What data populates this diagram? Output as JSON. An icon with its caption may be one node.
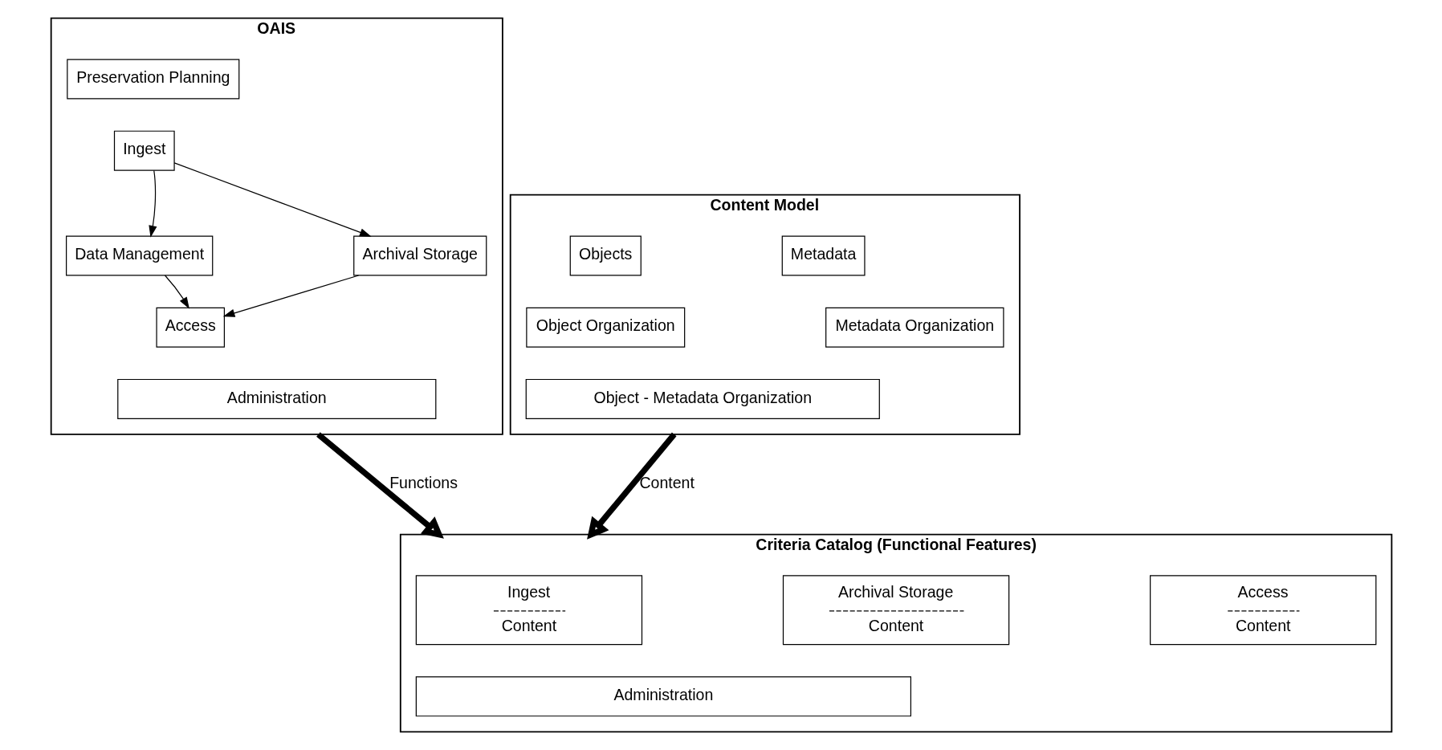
{
  "diagram": {
    "nodes": [
      {
        "text": [
          "OAIS"
        ]
      },
      {
        "text": [
          "Preservation Planning"
        ],
        "in": 0
      },
      {
        "text": [
          "Ingest"
        ],
        "in": 0
      },
      {
        "text": [
          "Data Management"
        ],
        "in": 0
      },
      {
        "text": [
          "Archival Storage"
        ],
        "in": 0
      },
      {
        "text": [
          "Access"
        ],
        "in": 0
      },
      {
        "text": [
          "Administration"
        ],
        "in": 0
      },
      {
        "text": [
          "Content Model"
        ]
      },
      {
        "text": [
          "Objects"
        ],
        "in": 7
      },
      {
        "text": [
          "Metadata"
        ],
        "in": 7
      },
      {
        "text": [
          "Object Organization"
        ],
        "in": 7
      },
      {
        "text": [
          "Metadata Organization"
        ],
        "in": 7
      },
      {
        "text": [
          "Object - Metadata Organization"
        ],
        "in": 7
      },
      {
        "text": [
          "Criteria Catalog (Functional Features)"
        ]
      },
      {
        "text": [
          "Ingest",
          "Content"
        ],
        "in": 13
      },
      {
        "text": [
          "Archival Storage",
          "Content"
        ],
        "in": 13
      },
      {
        "text": [
          "Access",
          "Content"
        ],
        "in": 13
      },
      {
        "text": [
          "Administration"
        ],
        "in": 13
      }
    ],
    "edges": [
      {
        "from": 2,
        "to": 3,
        "arrow": "to"
      },
      {
        "from": 2,
        "to": 4,
        "arrow": "to"
      },
      {
        "from": 3,
        "to": 5,
        "arrow": "to"
      },
      {
        "from": 4,
        "to": 5,
        "arrow": "to"
      },
      {
        "from": 0,
        "to": 13,
        "arrow": "to",
        "label": "Functions",
        "style": "thick"
      },
      {
        "from": 7,
        "to": 13,
        "arrow": "to",
        "label": "Content",
        "style": "thick"
      }
    ]
  }
}
